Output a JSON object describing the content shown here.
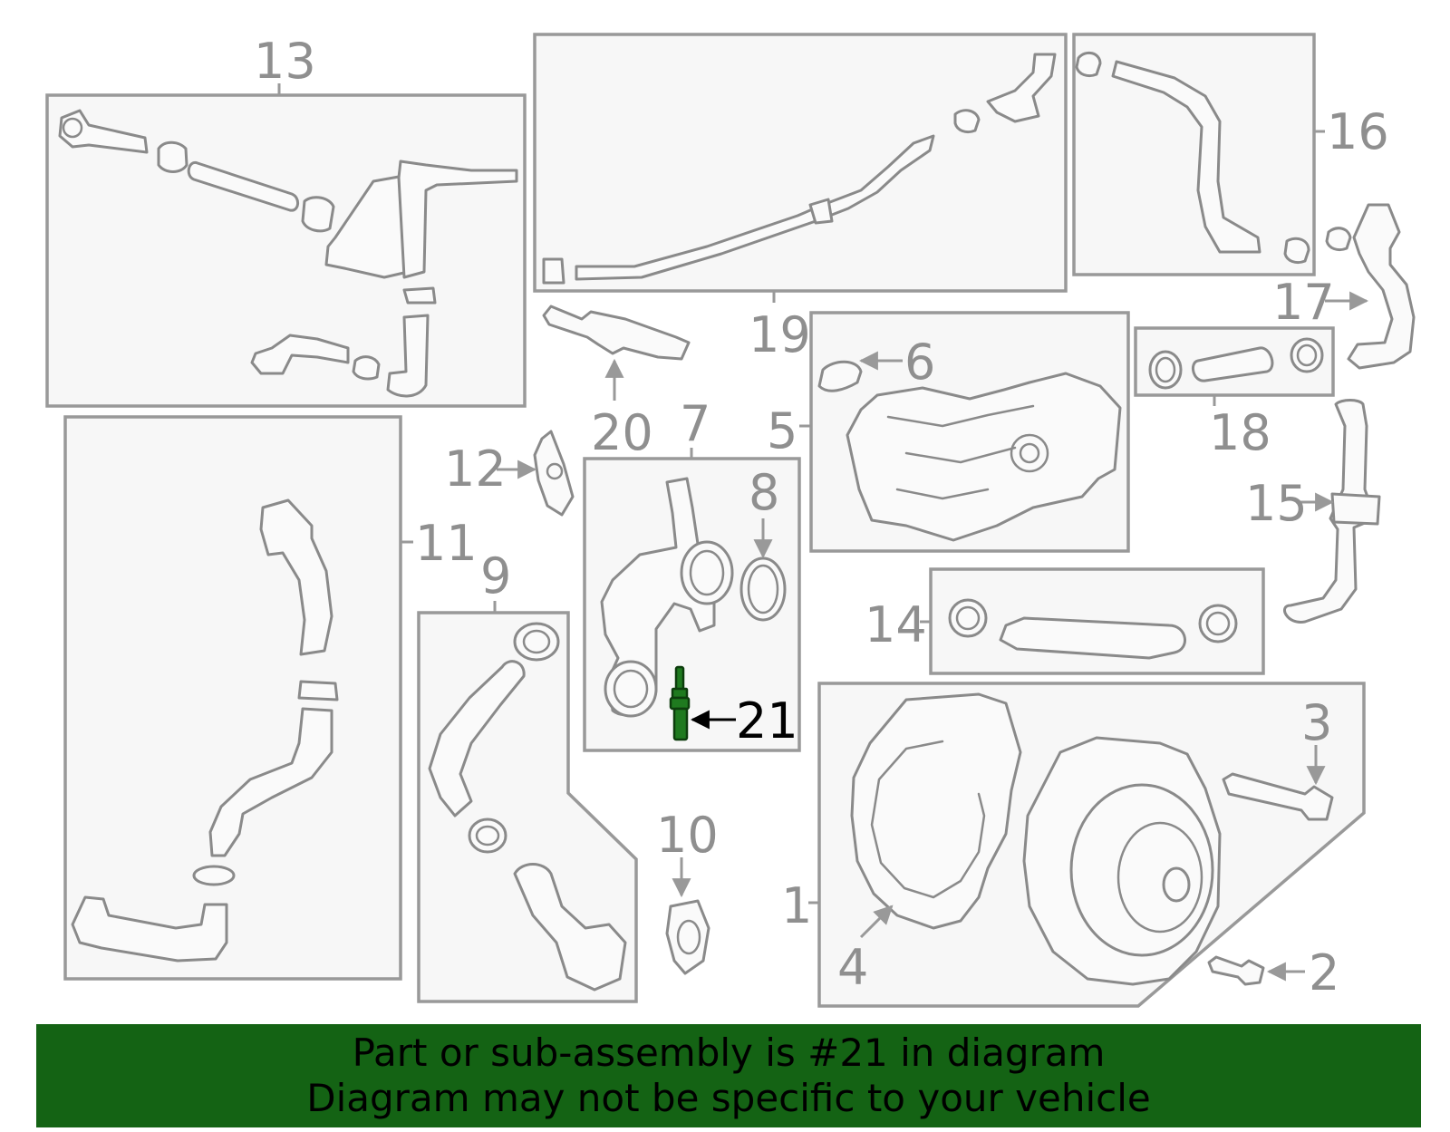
{
  "callouts": {
    "c1": "1",
    "c2": "2",
    "c3": "3",
    "c4": "4",
    "c5": "5",
    "c6": "6",
    "c7": "7",
    "c8": "8",
    "c9": "9",
    "c10": "10",
    "c11": "11",
    "c12": "12",
    "c13": "13",
    "c14": "14",
    "c15": "15",
    "c16": "16",
    "c17": "17",
    "c18": "18",
    "c19": "19",
    "c20": "20",
    "c21": "21"
  },
  "highlighted_part": "21",
  "colors": {
    "banner": "#146314",
    "highlight": "#1f7a1f",
    "line_art": "#8a8a8a",
    "box_fill": "#f7f7f7"
  },
  "banner": {
    "line1": "Part or sub-assembly is #21 in diagram",
    "line2": "Diagram may not be specific to your vehicle"
  }
}
